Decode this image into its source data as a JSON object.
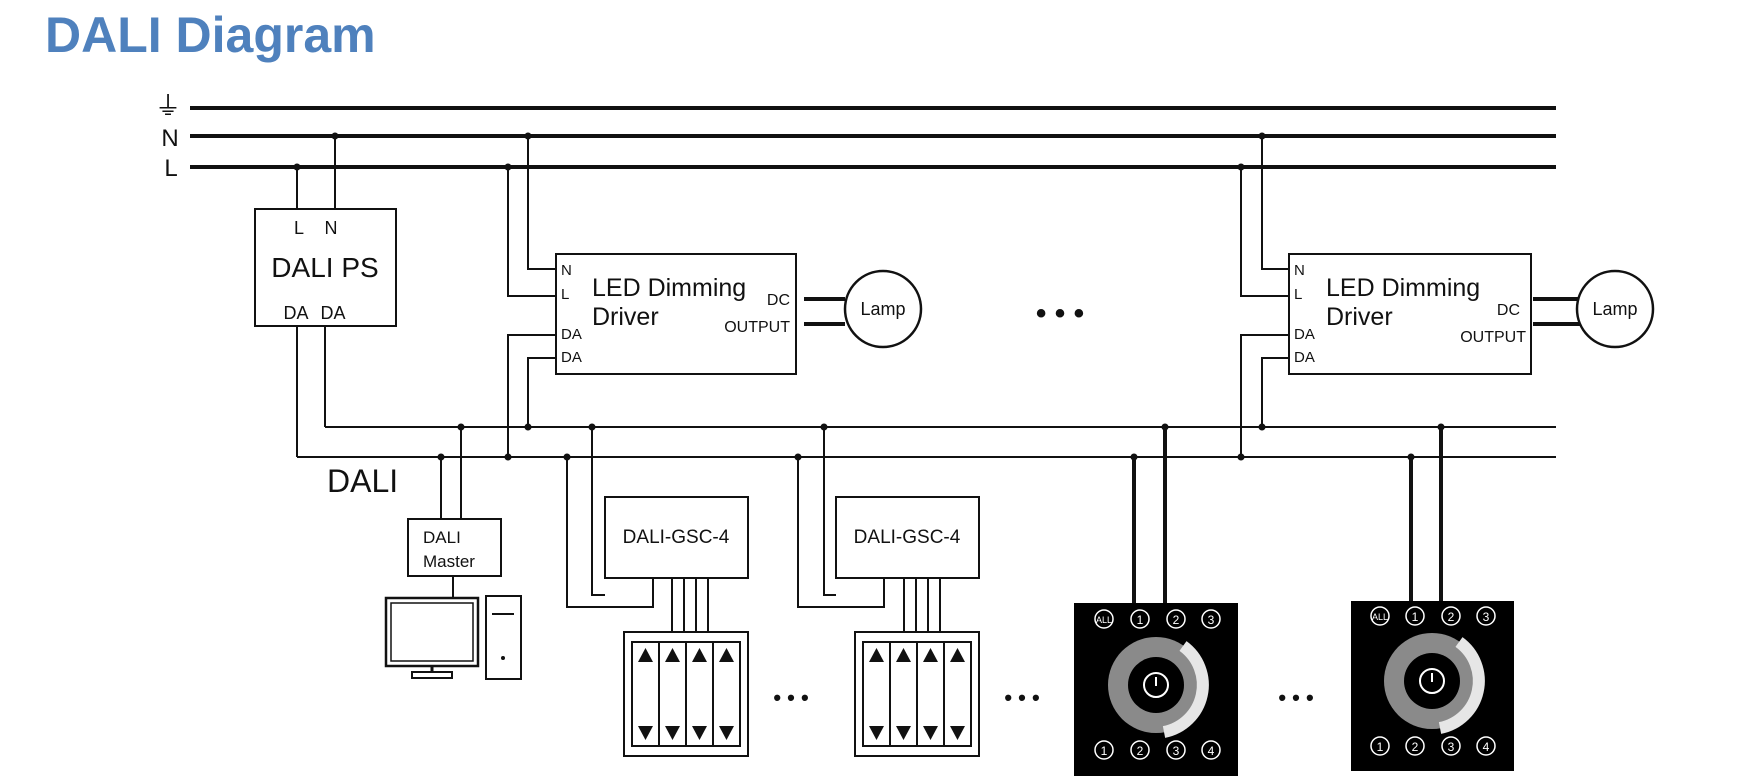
{
  "title": "DALI Diagram",
  "bus": {
    "earth_symbol": "⏚",
    "neutral_label": "N",
    "line_label": "L",
    "dali_label": "DALI"
  },
  "power_supply": {
    "name": "DALI PS",
    "term_l": "L",
    "term_n": "N",
    "term_da1": "DA",
    "term_da2": "DA"
  },
  "drivers": [
    {
      "line1": "LED Dimming",
      "line2": "Driver",
      "n": "N",
      "l": "L",
      "da1": "DA",
      "da2": "DA",
      "dc": "DC",
      "output": "OUTPUT",
      "lamp": "Lamp"
    },
    {
      "line1": "LED Dimming",
      "line2": "Driver",
      "n": "N",
      "l": "L",
      "da1": "DA",
      "da2": "DA",
      "dc": "DC",
      "output": "OUTPUT",
      "lamp": "Lamp"
    }
  ],
  "master": {
    "line1": "DALI",
    "line2": "Master"
  },
  "switch_controllers": [
    {
      "name": "DALI-GSC-4"
    },
    {
      "name": "DALI-GSC-4"
    }
  ],
  "touch_panels": [
    {
      "top_buttons": [
        "ALL",
        "1",
        "2",
        "3"
      ],
      "bottom_buttons": [
        "1",
        "2",
        "3",
        "4"
      ]
    },
    {
      "top_buttons": [
        "ALL",
        "1",
        "2",
        "3"
      ],
      "bottom_buttons": [
        "1",
        "2",
        "3",
        "4"
      ]
    }
  ],
  "ellipsis": "• • •"
}
